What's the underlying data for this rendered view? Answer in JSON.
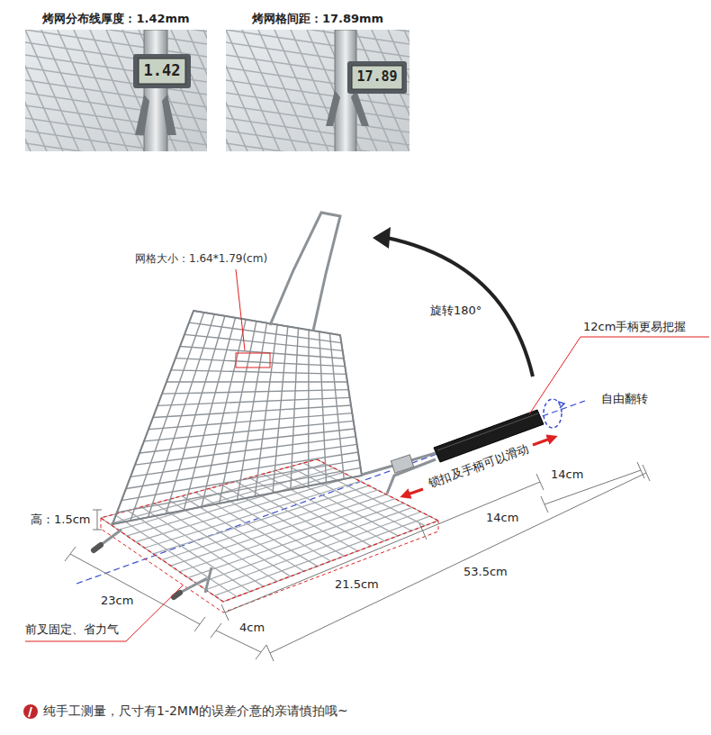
{
  "diagram": {
    "nodes": [
      {
        "text": [
          "烤网分布线厚度：1.42mm"
        ]
      },
      {
        "text": [
          "烤网格间距：17.89mm"
        ]
      }
    ],
    "labels": [
      "网格大小：1.64*1.79(cm)",
      "旋转180°",
      "12cm手柄更易把握",
      "自由翻转",
      "锁扣及手柄可以滑动",
      "14cm",
      "14cm",
      "53.5cm",
      "21.5cm",
      "23cm",
      "高：1.5cm",
      "4cm",
      "前叉固定、省力气",
      "纯手工测量，尺寸有1-2MM的误差介意的亲请慎拍哦~",
      "1.42",
      "17.89"
    ]
  }
}
